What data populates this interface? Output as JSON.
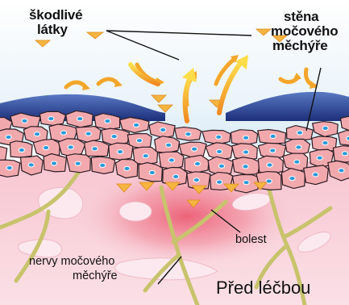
{
  "labels": {
    "harmful_1": "škodlivé",
    "harmful_2": "látky",
    "wall_1": "stěna",
    "wall_2": "močového",
    "wall_3": "měchýře",
    "pain": "bolest",
    "nerves_1": "nervy močového",
    "nerves_2": "měchýře",
    "caption": "Před léčbou"
  },
  "colors": {
    "tissue": "#f6cdd6",
    "inflammation": "#ee6a80",
    "cell_fill": "#f2a9ad",
    "cell_border": "#2c1d24",
    "nucleus": "#2a9ad8",
    "mucus": "#1d3a90",
    "nerve": "#c9c470",
    "arrow": "#f4b23a",
    "sky": "#dfeef8"
  }
}
